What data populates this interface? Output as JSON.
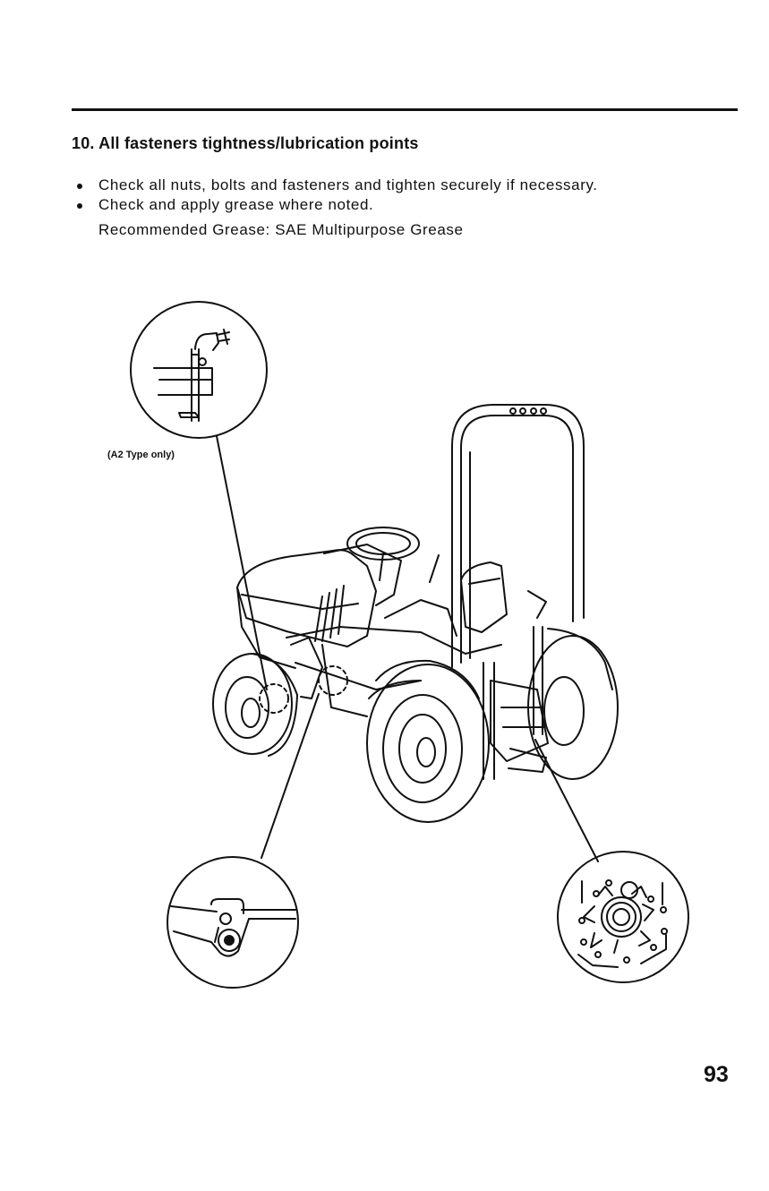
{
  "section": {
    "heading": "10. All fasteners tightness/lubrication points",
    "bullets": [
      "Check all nuts, bolts and fasteners and tighten securely if necessary.",
      "Check and apply grease where noted."
    ],
    "grease_note": "Recommended Grease: SAE Multipurpose Grease"
  },
  "figure": {
    "callout": "(A2 Type only)",
    "subject": "tractor-with-rollover-bar",
    "detail_views": [
      "upper-left-grease-fitting-detail",
      "lower-left-pivot-bolt-detail",
      "lower-right-hub-detail"
    ]
  },
  "page": {
    "number": "93"
  }
}
